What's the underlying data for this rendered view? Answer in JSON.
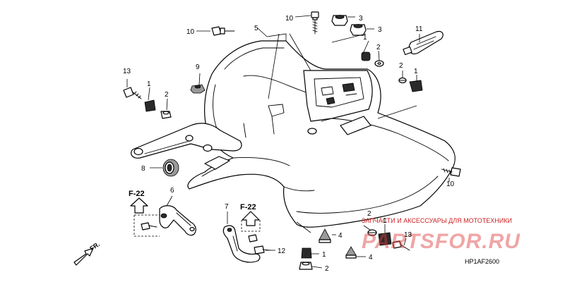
{
  "diagram": {
    "figure_code": "HP1AF2600",
    "direction_label": "FR.",
    "frame_refs": [
      "F-22",
      "F-22"
    ],
    "callouts": [
      "1",
      "2",
      "3",
      "4",
      "5",
      "6",
      "7",
      "8",
      "9",
      "10",
      "11",
      "12",
      "13"
    ],
    "watermark": {
      "subtitle": "ЗАПЧАСТИ И АКСЕССУАРЫ ДЛЯ МОТОТЕХНИКИ",
      "brand": "PARTSFOR.RU"
    }
  }
}
